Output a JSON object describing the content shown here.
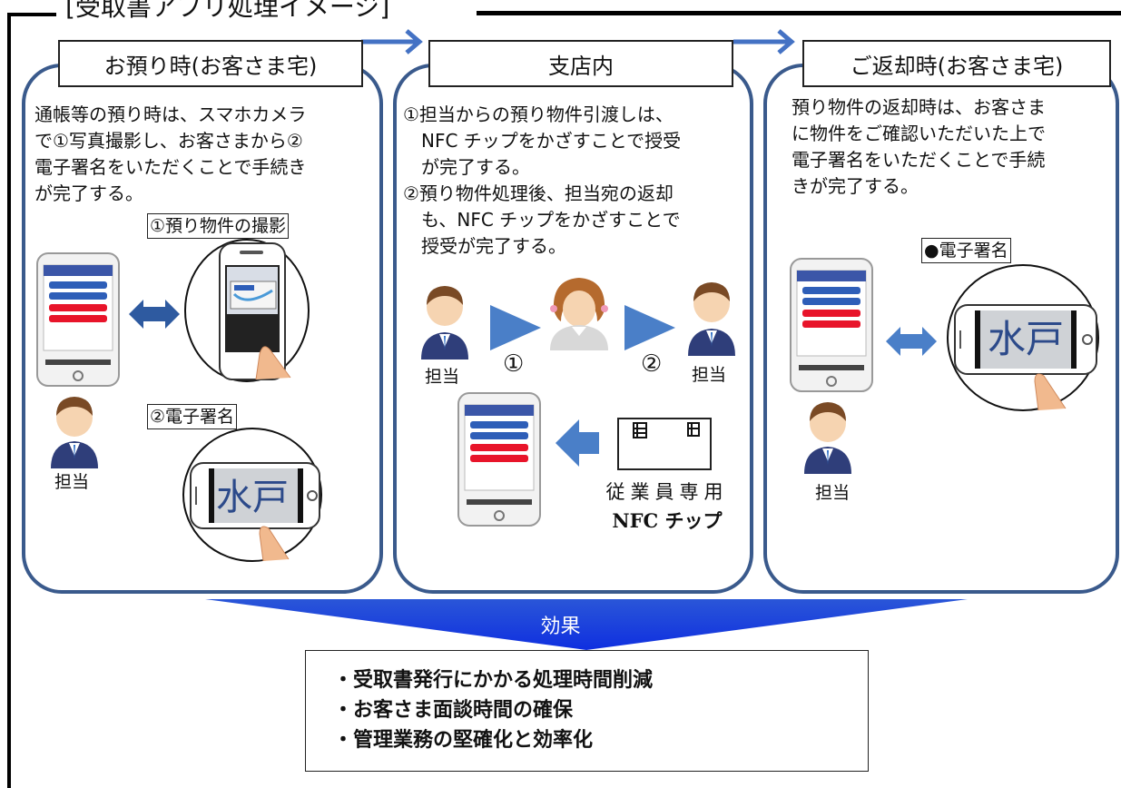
{
  "title": "[受取書アプリ処理イメージ]",
  "phases": [
    {
      "label": "お預り時(お客さま宅)",
      "description": [
        "通帳等の預り時は、スマホカメラ",
        "で①写真撮影し、お客さまから②",
        "電子署名をいただくことで手続き",
        "が完了する。"
      ],
      "photo_label": "①預り物件の撮影",
      "sign_label": "②電子署名",
      "person_label": "担当"
    },
    {
      "label": "支店内",
      "description": [
        "①担当からの預り物件引渡しは、",
        "　NFC チップをかざすことで授受",
        "　が完了する。",
        "②預り物件処理後、担当宛の返却",
        "　も、NFC チップをかざすことで",
        "　授受が完了する。"
      ],
      "step1": "①",
      "step2": "②",
      "person_left": "担当",
      "person_right": "担当",
      "nfc_line1": "従業員専用",
      "nfc_line2": "NFC チップ"
    },
    {
      "label": "ご返却時(お客さま宅)",
      "description": [
        "預り物件の返却時は、お客さま",
        "に物件をご確認いただいた上で",
        "電子署名をいただくことで手続",
        "きが完了する。"
      ],
      "sign_label": "●電子署名",
      "person_label": "担当"
    }
  ],
  "effect": {
    "label": "効果",
    "items": [
      "・受取書発行にかかる処理時間削減",
      "・お客さま面談時間の確保",
      "・管理業務の堅確化と効率化"
    ]
  },
  "signature_text": "水戸",
  "colors": {
    "panel_border": "#3a5a8c",
    "arrow_blue": "#4472c4",
    "effect_blue": "#0f2fe0",
    "phone_button_blue": "#2e5eb8",
    "phone_button_red": "#e8142a"
  }
}
